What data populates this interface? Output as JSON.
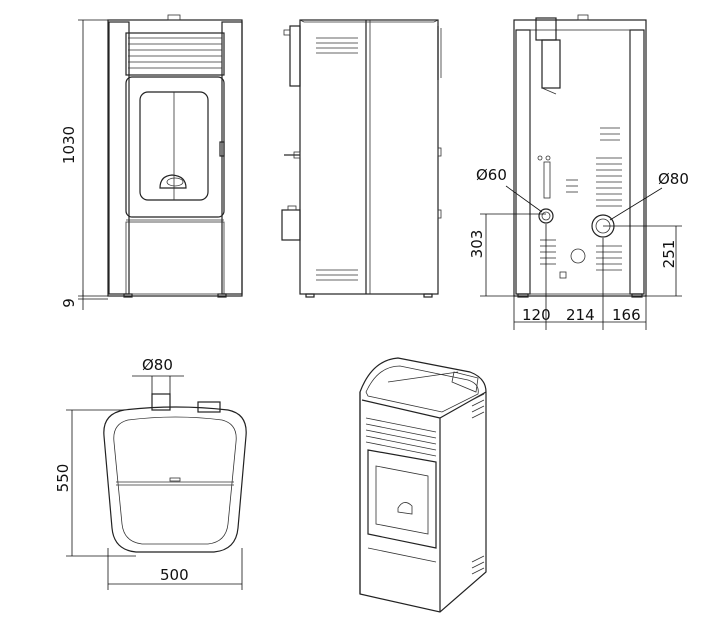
{
  "dimensions": {
    "height_total": "1030",
    "foot_height": "9",
    "flue_diameter": "Ø60",
    "outlet_diameter": "Ø80",
    "flue_height": "303",
    "outlet_height": "251",
    "left_offset": "120",
    "center_spacing": "214",
    "right_offset": "166",
    "top_flue_diameter": "Ø80",
    "depth": "550",
    "width": "500"
  },
  "colors": {
    "line": "#222222",
    "background": "#ffffff"
  }
}
